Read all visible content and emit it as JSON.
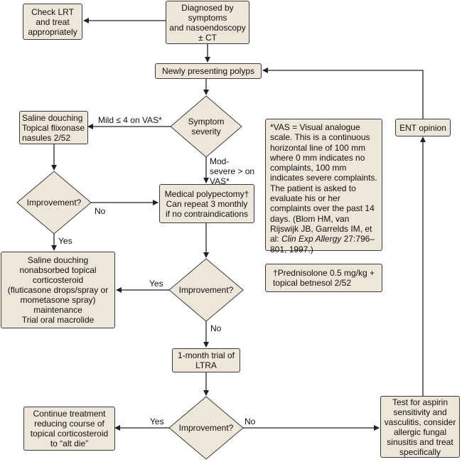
{
  "nodes": {
    "check_lrt": "Check LRT\nand treat\nappropriately",
    "diagnosed": "Diagnosed by\nsymptoms\nand nasoendoscopy\n± CT",
    "newly_presenting": "Newly presenting polyps",
    "symptom_severity": "Symptom\nseverity",
    "saline_douching": "Saline douching\nTopical flixonase\nnasules 2/52",
    "ent_opinion": "ENT opinion",
    "improvement_1": "Improvement?",
    "medical_polypectomy": "Medical polypectomy†\nCan repeat 3 monthly\nif no contraindications",
    "saline_nonabsorbed": "Saline douching\nnonabsorbed topical\ncorticosteroid\n(fluticasone drops/spray or\nmometasone spray)\nmaintenance\nTrial oral macrolide",
    "improvement_2": "Improvement?",
    "ltra": "1-month trial of\nLTRA",
    "improvement_3": "Improvement?",
    "continue_treatment": "Continue treatment\nreducing course of\ntopical corticosteroid\nto “alt die”",
    "aspirin_test": "Test for aspirin\nsensitivity and\nvasculitis, consider\nallergic fungal\nsinusitis and treat\nspecifically"
  },
  "edge_labels": {
    "mild": "Mild ≤ 4 on VAS*",
    "mod_severe": "Mod-\nsevere > on\nVAS*",
    "no_1": "No",
    "yes_1": "Yes",
    "yes_2": "Yes",
    "no_2": "No",
    "yes_3": "Yes",
    "no_3": "No"
  },
  "notes": {
    "vas_prefix": "*VAS = Visual analogue scale. This is a continuous horizontal line of 100 mm where 0 mm indicates no complaints, 100 mm indicates severe complaints. The patient is asked to evaluate his or her complaints over the past 14 days. (Blom HM, van Rijswijk JB, Garrelds IM, et al: ",
    "vas_journal": "Clin Exp Allergy",
    "vas_suffix": " 27:796–801, 1997.)",
    "prednisolone": "†Prednisolone 0.5 mg/kg +\ntopical betnesol 2/52"
  },
  "colors": {
    "box_fill": "#ede6d9",
    "box_border": "#3a3a3a",
    "line": "#222222",
    "text": "#111111"
  }
}
